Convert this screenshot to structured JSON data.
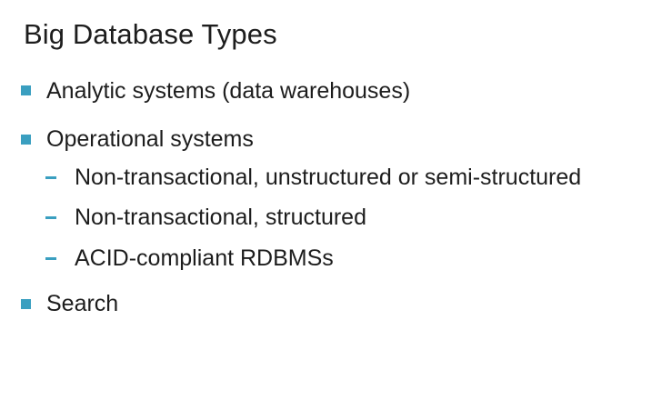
{
  "slide": {
    "title": "Big Database Types",
    "accent_color": "#3a9fc0",
    "bullets": [
      {
        "text": "Analytic systems (data warehouses)"
      },
      {
        "text": "Operational systems"
      },
      {
        "text": "Non-transactional, unstructured or semi-structured",
        "level": 2
      },
      {
        "text": "Non-transactional, structured",
        "level": 2
      },
      {
        "text": "ACID-compliant RDBMSs",
        "level": 2
      },
      {
        "text": "Search"
      }
    ]
  }
}
